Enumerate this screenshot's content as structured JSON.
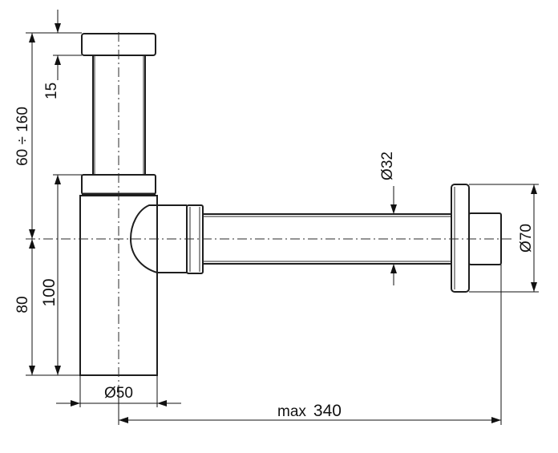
{
  "dimensions": {
    "d15": "15",
    "d60_160": "60 ÷ 160",
    "d100": "100",
    "d80": "80",
    "d50": "Ø50",
    "d32": "Ø32",
    "d70": "Ø70",
    "dmax_prefix": "max",
    "dmax_value": "340"
  }
}
